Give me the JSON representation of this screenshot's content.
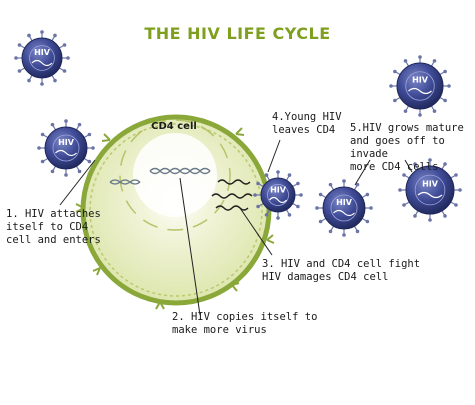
{
  "title": "THE HIV LIFE CYCLE",
  "cell_label": "CD4 cell",
  "virus_label": "HIV",
  "steps": [
    {
      "text": "1. HIV attaches\nitself to CD4\ncell and enters"
    },
    {
      "text": "2. HIV copies itself to\nmake more virus"
    },
    {
      "text": "3. HIV and CD4 cell fight\nHIV damages CD4 cell"
    },
    {
      "text": "4.Young HIV\nleaves CD4"
    },
    {
      "text": "5.HIV grows mature\nand goes off to invade\nmore CD4 cells"
    }
  ],
  "colors": {
    "title": "#7f9f1f",
    "cell_fill": "#e4ebb8",
    "cell_border": "#8aa83a",
    "virus_outer": "#2e3a78",
    "virus_inner": "#5a66b0",
    "dna": "#6a7a88"
  }
}
